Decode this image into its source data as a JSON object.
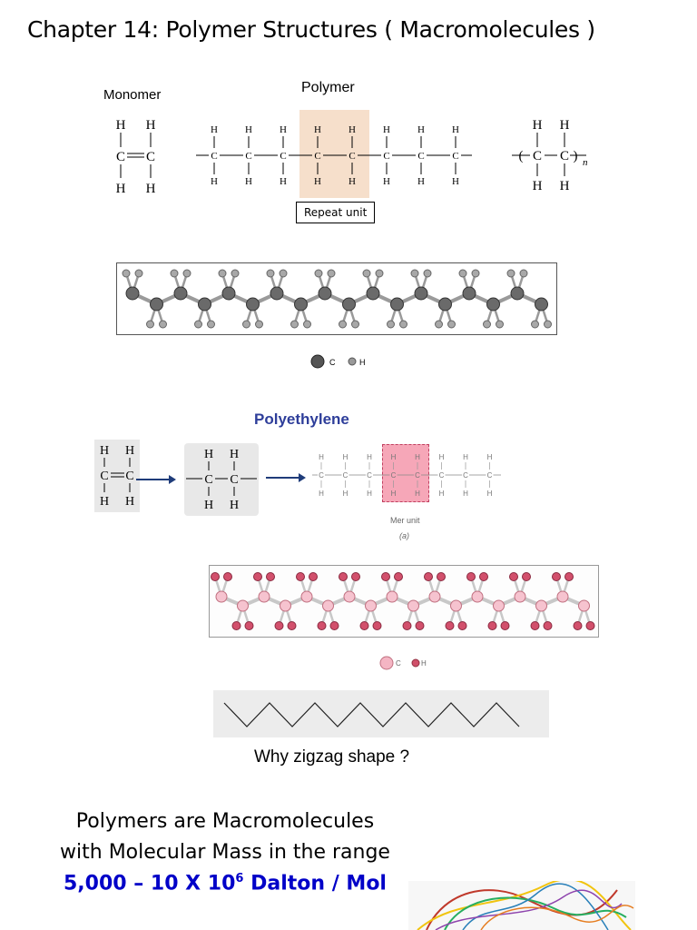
{
  "title": "Chapter 14: Polymer Structures ( Macromolecules )",
  "section1": {
    "monomer_label": "Monomer",
    "polymer_label": "Polymer",
    "repeat_unit_label": "Repeat unit",
    "repeat_subscript": "n",
    "legend": {
      "c": "C",
      "h": "H"
    }
  },
  "section2": {
    "title": "Polyethylene",
    "mer_unit_label": "Mer unit",
    "sublabel": "(a)",
    "legend": {
      "c": "C",
      "h": "H"
    }
  },
  "question": "Why zigzag shape ?",
  "summary": {
    "line1": "Polymers are Macromolecules",
    "line2": "with Molecular Mass in the range",
    "range_text": "5,000 – 10 X 10",
    "range_exp": "6",
    "range_unit": " Dalton / Mol"
  },
  "colors": {
    "accent_blue": "#0000c8",
    "title_blue": "#2e3e9a",
    "repeat_highlight": "#f6dfcb",
    "mer_highlight": "#f6a7b8"
  }
}
